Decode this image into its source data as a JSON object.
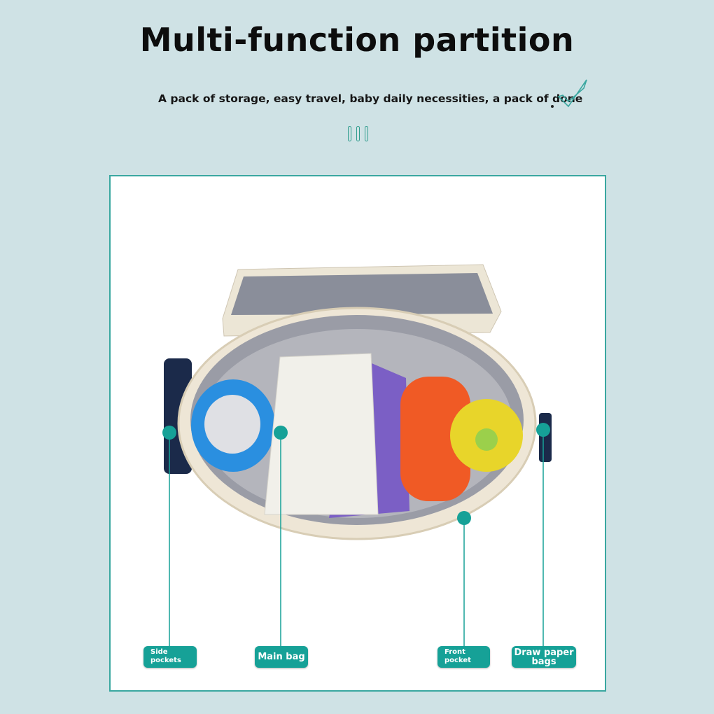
{
  "header": {
    "title": "Multi-function partition",
    "subtitle": "A pack of storage, easy travel, baby daily necessities, a pack of done"
  },
  "callouts": [
    {
      "label": "Side pockets",
      "line1": "Side",
      "line2": "pockets"
    },
    {
      "label": "Main bag"
    },
    {
      "label": "Front pocket",
      "line1": "Front",
      "line2": "pocket"
    },
    {
      "label": "Draw paper bags",
      "line1": "Draw paper",
      "line2": "bags"
    }
  ],
  "colors": {
    "background": "#cfe2e5",
    "accent": "#16a197",
    "border": "#3aa7a0"
  }
}
